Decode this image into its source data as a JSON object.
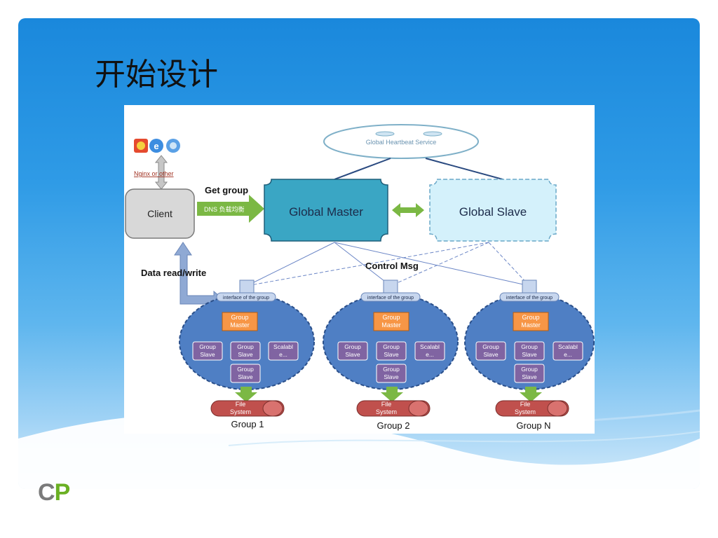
{
  "slide": {
    "title": "开始设计"
  },
  "logo": {
    "c": "C",
    "p": "P"
  },
  "diagram": {
    "heartbeat": "Global Heartbeat Service",
    "browser_link": "Nginx or other",
    "client": "Client",
    "get_group": "Get group",
    "dns": "DNS 负载均衡",
    "global_master": "Global Master",
    "global_slave": "Global Slave",
    "data_rw": "Data read/write",
    "control_msg": "Control Msg",
    "groups": [
      {
        "interface": "interface of the group",
        "master": [
          "Group",
          "Master"
        ],
        "slave1": [
          "Group",
          "Slave"
        ],
        "slave2": [
          "Group",
          "Slave"
        ],
        "scalable": [
          "Scalabl",
          "e..."
        ],
        "slave3": [
          "Group",
          "Slave"
        ],
        "fs": [
          "File",
          "System"
        ],
        "label": "Group 1"
      },
      {
        "interface": "interface of the group",
        "master": [
          "Group",
          "Master"
        ],
        "slave1": [
          "Group",
          "Slave"
        ],
        "slave2": [
          "Group",
          "Slave"
        ],
        "scalable": [
          "Scalabl",
          "e..."
        ],
        "slave3": [
          "Group",
          "Slave"
        ],
        "fs": [
          "File",
          "System"
        ],
        "label": "Group 2"
      },
      {
        "interface": "interface of the group",
        "master": [
          "Group",
          "Master"
        ],
        "slave1": [
          "Group",
          "Slave"
        ],
        "slave2": [
          "Group",
          "Slave"
        ],
        "scalable": [
          "Scalabl",
          "e..."
        ],
        "slave3": [
          "Group",
          "Slave"
        ],
        "fs": [
          "File",
          "System"
        ],
        "label": "Group N"
      }
    ]
  },
  "colors": {
    "accent_blue": "#1a88dc",
    "logo_green": "#6ab023",
    "group_fill": "#4f7fc4",
    "master_orange": "#f79646",
    "slave_purple": "#8064a2"
  }
}
